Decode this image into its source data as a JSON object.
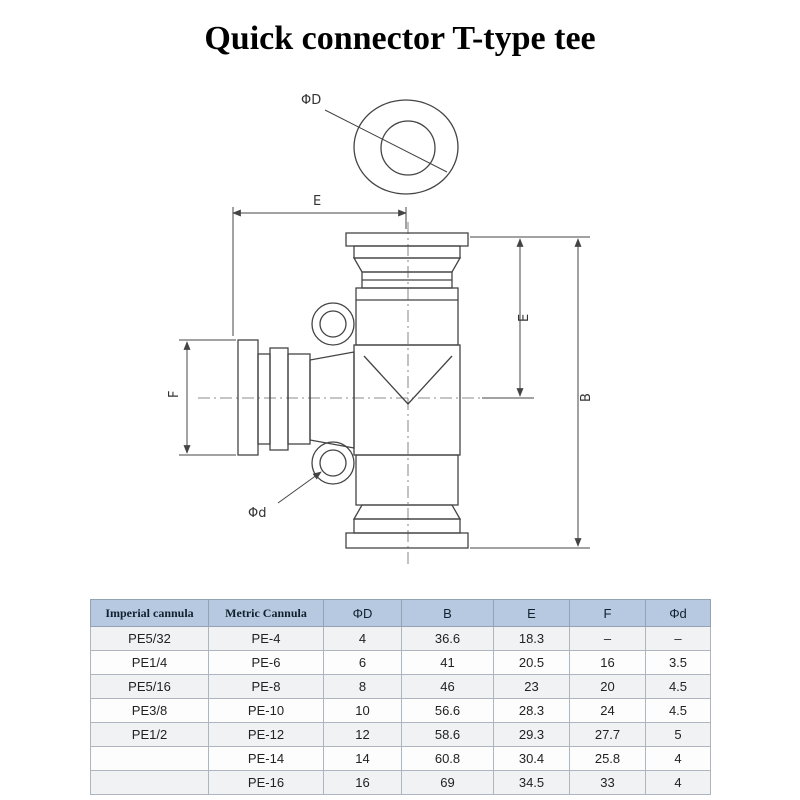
{
  "page": {
    "title": "Quick connector T-type tee"
  },
  "drawing": {
    "labels": {
      "top_diameter": "ΦD",
      "dim_e_top": "E",
      "dim_e_side": "E",
      "dim_b": "B",
      "dim_f": "F",
      "branch_diameter": "Φd"
    }
  },
  "table": {
    "headers": [
      "Imperial cannula",
      "Metric Cannula",
      "ΦD",
      "B",
      "E",
      "F",
      "Φd"
    ],
    "rows": [
      [
        "PE5/32",
        "PE-4",
        "4",
        "36.6",
        "18.3",
        "–",
        "–"
      ],
      [
        "PE1/4",
        "PE-6",
        "6",
        "41",
        "20.5",
        "16",
        "3.5"
      ],
      [
        "PE5/16",
        "PE-8",
        "8",
        "46",
        "23",
        "20",
        "4.5"
      ],
      [
        "PE3/8",
        "PE-10",
        "10",
        "56.6",
        "28.3",
        "24",
        "4.5"
      ],
      [
        "PE1/2",
        "PE-12",
        "12",
        "58.6",
        "29.3",
        "27.7",
        "5"
      ],
      [
        "",
        "PE-14",
        "14",
        "60.8",
        "30.4",
        "25.8",
        "4"
      ],
      [
        "",
        "PE-16",
        "16",
        "69",
        "34.5",
        "33",
        "4"
      ]
    ]
  }
}
